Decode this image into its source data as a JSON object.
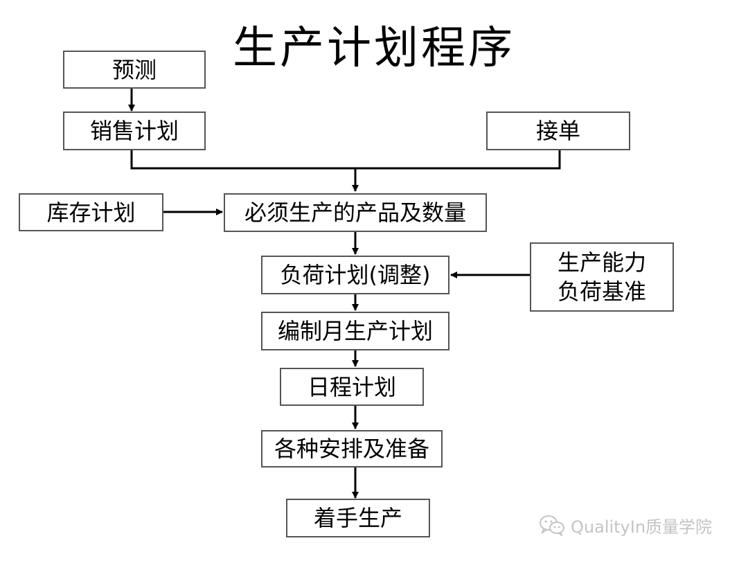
{
  "title": "生产计划程序",
  "nodes": {
    "forecast": "预测",
    "sales_plan": "销售计划",
    "orders": "接单",
    "inventory_plan": "库存计划",
    "required_products": "必须生产的产品及数量",
    "load_plan": "负荷计划(调整)",
    "capacity_line1": "生产能力",
    "capacity_line2": "负荷基准",
    "monthly_plan": "编制月生产计划",
    "schedule_plan": "日程计划",
    "arrangements": "各种安排及准备",
    "start_production": "着手生产"
  },
  "watermark": {
    "text": "QualityIn质量学院",
    "icon": "wechat-icon"
  }
}
